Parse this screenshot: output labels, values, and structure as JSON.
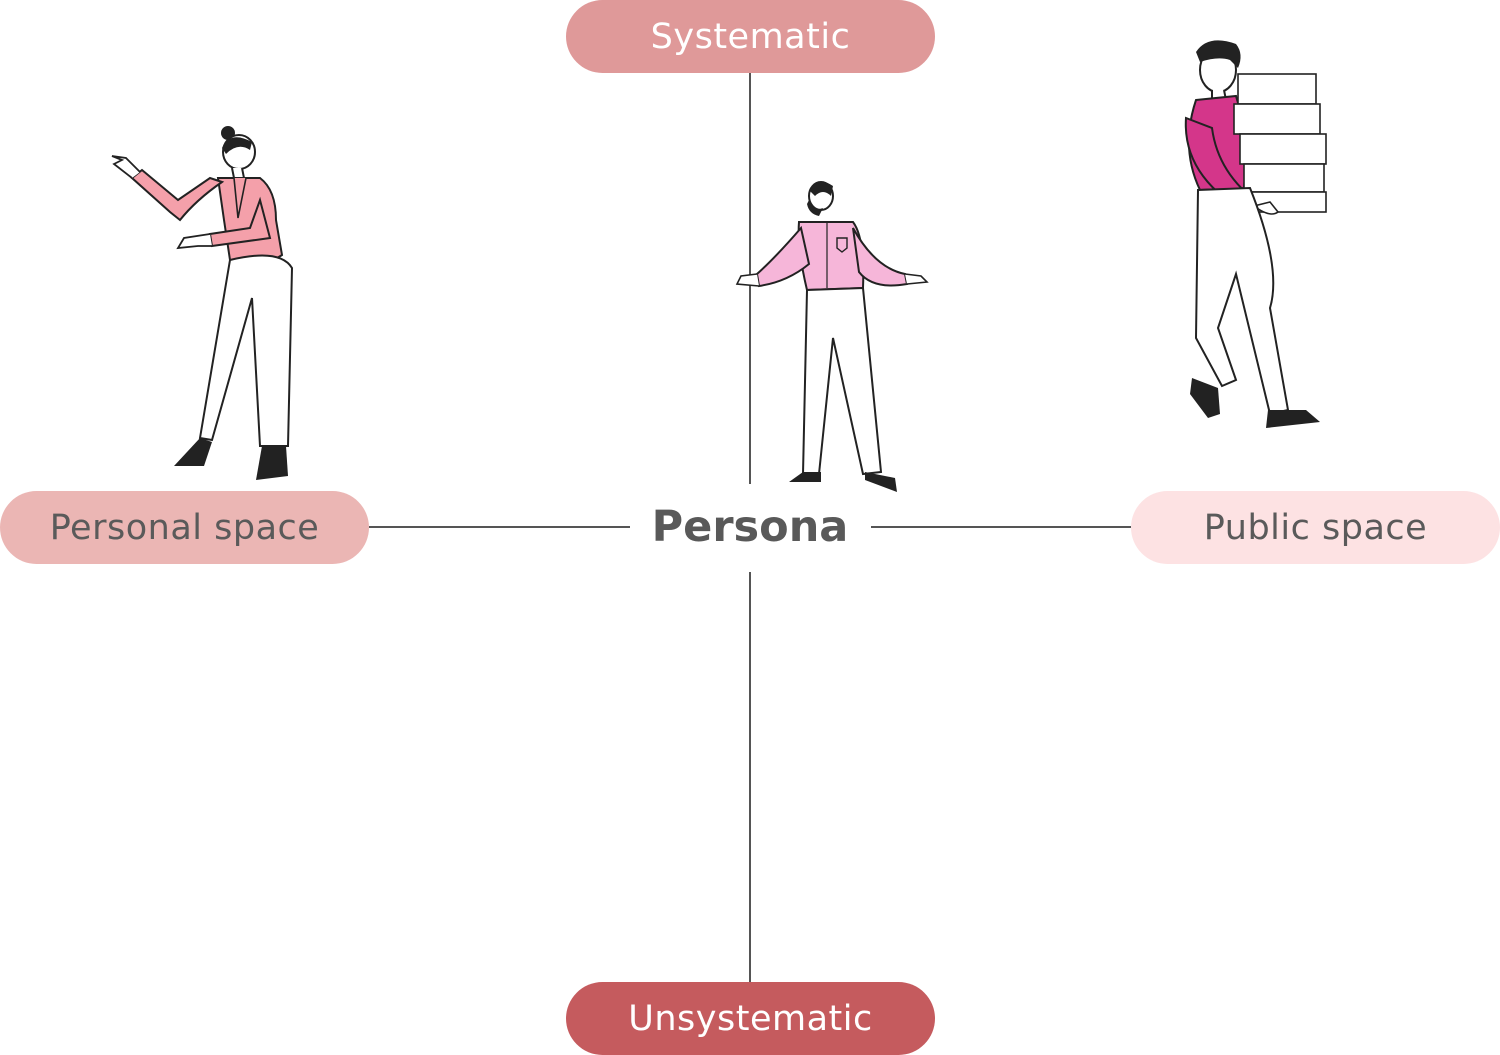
{
  "diagram": {
    "center_label": "Persona",
    "top_label": "Systematic",
    "bottom_label": "Unsystematic",
    "left_label": "Personal space",
    "right_label": "Public space"
  },
  "colors": {
    "top_pill": "#df9999",
    "bottom_pill": "#c55b5e",
    "left_pill": "#ebb6b4",
    "right_pill": "#fde2e3",
    "axis_line": "#555555",
    "woman_jacket": "#f4a0aa",
    "center_shirt": "#f6b6d9",
    "carrier_shirt": "#d4368a"
  },
  "figures": [
    {
      "icon": "woman-gesturing-illustration"
    },
    {
      "icon": "man-shrugging-illustration"
    },
    {
      "icon": "man-carrying-boxes-illustration"
    }
  ]
}
